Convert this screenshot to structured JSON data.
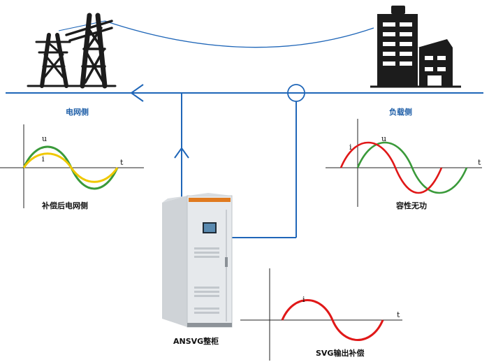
{
  "labels": {
    "grid_side": "电网侧",
    "load_side": "负载侧",
    "after_comp": "补偿后电网侧",
    "capacitive": "容性无功",
    "cabinet": "ANSVG整柜",
    "svg_output": "SVG输出补偿"
  },
  "wave_labels": {
    "u": "u",
    "i": "i",
    "t": "t"
  },
  "colors": {
    "line_blue": "#1f66b8",
    "green": "#3a9a3a",
    "red": "#e01818",
    "yellow": "#f0c800",
    "axis": "#222222",
    "dark": "#1c1c1c",
    "cabinet": "#e6e9ec",
    "cabinet_accent": "#e07a1f"
  },
  "icons": [
    "transmission-tower-icon",
    "factory-icon",
    "current-transformer-icon"
  ]
}
